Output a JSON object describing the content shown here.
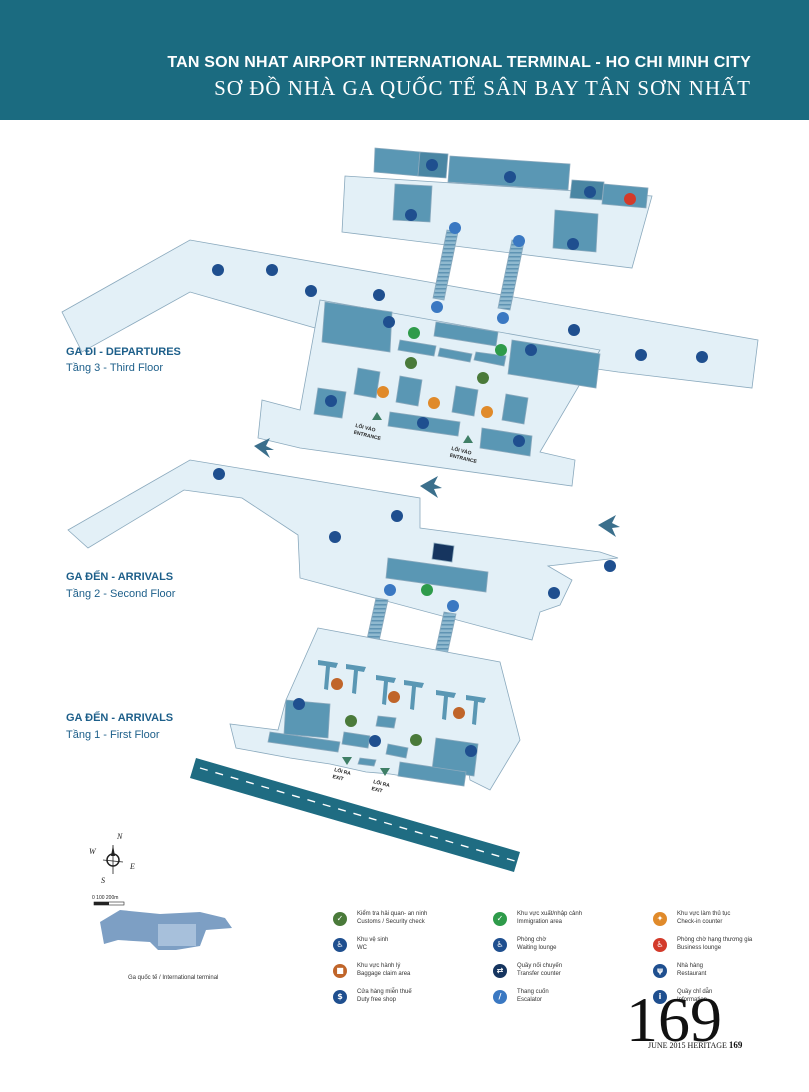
{
  "header": {
    "title_en": "TAN SON NHAT AIRPORT INTERNATIONAL TERMINAL - HO CHI MINH CITY",
    "title_vi": "SƠ ĐỒ NHÀ GA QUỐC TẾ SÂN BAY TÂN SƠN NHẤT",
    "bg_color": "#1b6b80"
  },
  "floors": {
    "departures": {
      "title": "GA ĐI - DEPARTURES",
      "subtitle": "Tầng 3 - Third Floor"
    },
    "arrivals_2": {
      "title": "GA ĐẾN - ARRIVALS",
      "subtitle": "Tầng 2 - Second Floor"
    },
    "arrivals_1": {
      "title": "GA ĐẾN - ARRIVALS",
      "subtitle": "Tầng 1 - First Floor"
    }
  },
  "entrance_label": {
    "vi": "LỐI VÀO",
    "en": "ENTRANCE"
  },
  "exit_label": {
    "vi": "LỐI RA",
    "en": "EXIT"
  },
  "compass": {
    "n": "N",
    "s": "S",
    "e": "E",
    "w": "W"
  },
  "scale": "0 100 200m",
  "mini_map_caption": "Ga quốc tế / International terminal",
  "legend": [
    {
      "icon": "customs-icon",
      "color": "#4a7a3a",
      "vi": "Kiểm tra hải quan- an ninh",
      "en": "Customs / Security check"
    },
    {
      "icon": "wc-icon",
      "color": "#1f4f8f",
      "vi": "Khu vệ sinh",
      "en": "WC"
    },
    {
      "icon": "baggage-icon",
      "color": "#c0652a",
      "vi": "Khu vực hành lý",
      "en": "Baggage claim area"
    },
    {
      "icon": "duty-free-icon",
      "color": "#1f4f8f",
      "vi": "Cửa hàng miễn thuế",
      "en": "Duty free shop"
    },
    {
      "icon": "immigration-icon",
      "color": "#2e9b4a",
      "vi": "Khu vực xuất/nhập cảnh",
      "en": "Immigration area"
    },
    {
      "icon": "waiting-lounge-icon",
      "color": "#1f4f8f",
      "vi": "Phòng chờ",
      "en": "Waiting lounge"
    },
    {
      "icon": "transfer-icon",
      "color": "#16355f",
      "vi": "Quầy nối chuyến",
      "en": "Transfer counter"
    },
    {
      "icon": "escalator-icon",
      "color": "#3a78c2",
      "vi": "Thang cuốn",
      "en": "Escalator"
    },
    {
      "icon": "check-in-icon",
      "color": "#e08a2a",
      "vi": "Khu vực làm thủ tục",
      "en": "Check-in counter"
    },
    {
      "icon": "business-lounge-icon",
      "color": "#d33a2a",
      "vi": "Phòng chờ hạng thương gia",
      "en": "Business lounge"
    },
    {
      "icon": "restaurant-icon",
      "color": "#1f4f8f",
      "vi": "Nhà hàng",
      "en": "Restaurant"
    },
    {
      "icon": "information-icon",
      "color": "#1f4f8f",
      "vi": "Quầy chỉ dẫn",
      "en": "Information"
    }
  ],
  "page_number": "169",
  "footer": {
    "text": "JUNE 2015 HERITAGE",
    "num": "169"
  }
}
